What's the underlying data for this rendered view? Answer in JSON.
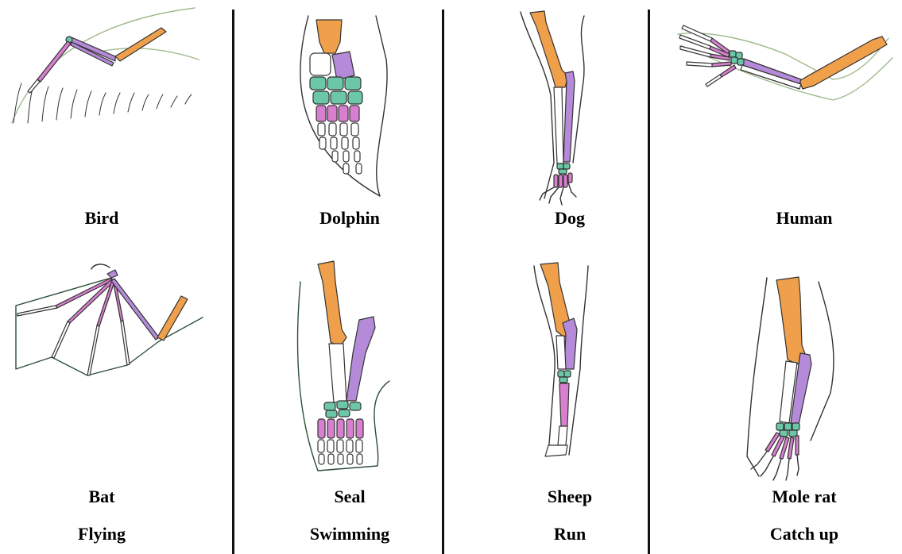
{
  "colors": {
    "humerus": "#f0a04b",
    "radius_ulna": "#b58ad9",
    "carpals": "#6cc7a8",
    "metacarpals": "#d87fcf",
    "phalanges": "#ffffff",
    "outline": "#333333",
    "skin": "#9fba8e"
  },
  "columns": [
    {
      "top": {
        "name": "Bird"
      },
      "bottom": {
        "name": "Bat"
      },
      "function": "Flying"
    },
    {
      "top": {
        "name": "Dolphin"
      },
      "bottom": {
        "name": "Seal"
      },
      "function": "Swimming"
    },
    {
      "top": {
        "name": "Dog"
      },
      "bottom": {
        "name": "Sheep"
      },
      "function": "Run"
    },
    {
      "top": {
        "name": "Human"
      },
      "bottom": {
        "name": "Mole rat"
      },
      "function": "Catch up"
    }
  ]
}
